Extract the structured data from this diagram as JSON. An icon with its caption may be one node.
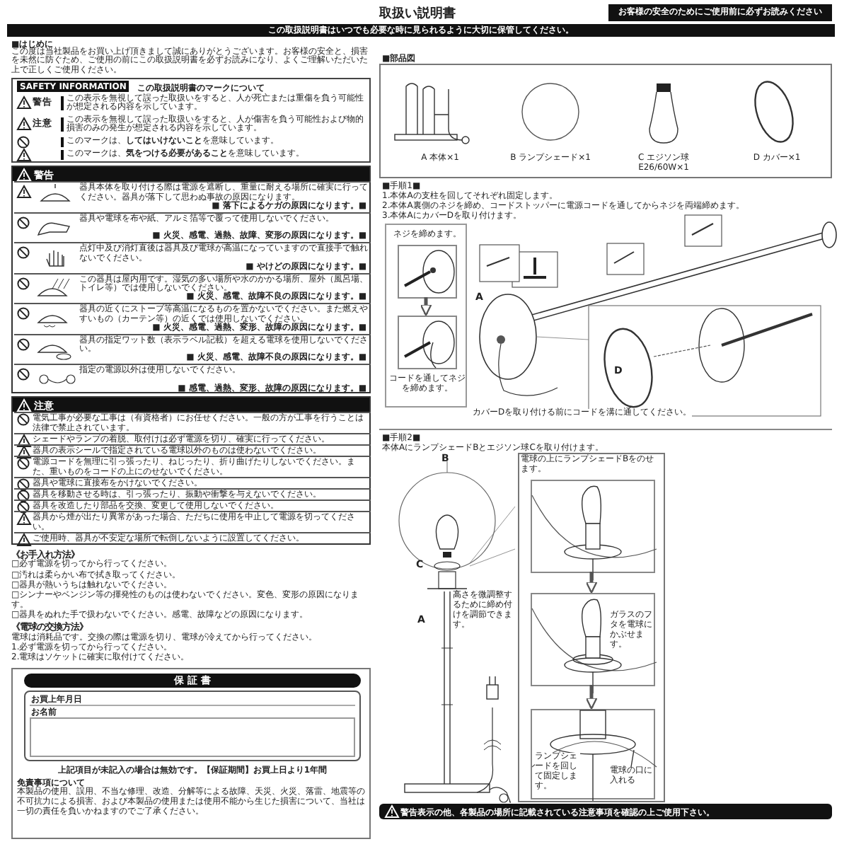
{
  "diagram": {
    "title": "取扱い説明書",
    "nodes": [
      {
        "text": [
          "SAFETY INFORMATION",
          "この取扱説明書のマークについて"
        ]
      },
      {
        "text": [
          "警告",
          "この表示を無視して誤った取扱いをすると、人が死亡または重傷を負う可能性が想定される内容を示しています。"
        ],
        "in": 0
      },
      {
        "text": [
          "注意",
          "この表示を無視して誤った取扱いをすると、人が傷害を負う可能性および物的損害のみの発生が想定される内容を示しています。"
        ],
        "in": 0
      },
      {
        "text": [
          "このマークは、**してはいけないこと**を意味しています。"
        ],
        "in": 0
      },
      {
        "text": [
          "このマークは、**気をつける必要があること**を意味しています。"
        ],
        "in": 0
      },
      {
        "text": [
          "警告"
        ]
      },
      {
        "text": [
          "器具本体を取り付ける際は電源を遮断し、重量に耐える場所に確実に行ってください。器具が落下して思わぬ事故の原因になります。",
          "■ 落下によるケガの原因になります。■"
        ],
        "in": 5
      },
      {
        "text": [
          "器具や電球を布や紙、アルミ箔等で覆って使用しないでください。",
          "■ 火災、感電、過熱、故障、変形の原因になります。■"
        ],
        "in": 5
      },
      {
        "text": [
          "点灯中及び消灯直後は器具及び電球が高温になっていますので直接手で触れないでください。",
          "■ やけどの原因になります。■"
        ],
        "in": 5
      },
      {
        "text": [
          "この器具は屋内用です。湿気の多い場所や水のかかる場所、屋外（風呂場、トイレ等）では使用しないでください。",
          "■ 火災、感電、故障不良の原因になります。■"
        ],
        "in": 5
      },
      {
        "text": [
          "器具の近くにストーブ等高温になるものを置かないでください。また燃えやすいもの（カーテン等）の近くでは使用しないでください。",
          "■ 火災、感電、過熱、変形、故障の原因になります。■"
        ],
        "in": 5
      },
      {
        "text": [
          "器具の指定ワット数（表示ラベル記載）を超える電球を使用しないでください。",
          "■ 火災、感電、故障不良の原因になります。■"
        ],
        "in": 5
      },
      {
        "text": [
          "指定の電源以外は使用しないでください。",
          "■ 感電、過熱、変形、故障の原因になります。■"
        ],
        "in": 5
      },
      {
        "text": [
          "注意"
        ]
      },
      {
        "text": [
          "電気工事が必要な工事は（有資格者）にお任せください。一般の方が工事を行うことは法律で禁止されています。"
        ],
        "in": 13
      },
      {
        "text": [
          "シェードやランプの着脱、取付けは必ず電源を切り、確実に行ってください。"
        ],
        "in": 13
      },
      {
        "text": [
          "器具の表示シールで指定されている電球以外のものは使わないでください。"
        ],
        "in": 13
      },
      {
        "text": [
          "電源コードを無理に引っ張ったり、ねじったり、折り曲げたりしないでください。また、重いものをコードの上にのせないでください。"
        ],
        "in": 13
      },
      {
        "text": [
          "器具や電球に直接布をかけないでください。"
        ],
        "in": 13
      },
      {
        "text": [
          "器具を移動させる時は、引っ張ったり、振動や衝撃を与えないでください。"
        ],
        "in": 13
      },
      {
        "text": [
          "器具を改造したり部品を交換、変更して使用しないでください。"
        ],
        "in": 13
      },
      {
        "text": [
          "器具から煙が出たり異常があった場合、ただちに使用を中止して電源を切ってください。"
        ],
        "in": 13
      },
      {
        "text": [
          "ご使用時、器具が不安定な場所で転倒しないように設置してください。"
        ],
        "in": 13
      },
      {
        "text": [
          "保 証 書",
          "お買上年月日",
          "お名前",
          "上記項目が未記入の場合は無効です。【保証期間】お買上日より1年間",
          "免責事項について",
          "本製品の使用、誤用、不当な修理、改造、分解等による故障、天災、火災、落雷、地震等の不可抗力による損害、および本製品の使用または使用不能から生じた損害について、当社は一切の責任を負いかねますのでご了承ください。"
        ]
      },
      {
        "text": [],
        "shape": "box"
      },
      {
        "text": [
          "A 本体×1"
        ],
        "in": 24
      },
      {
        "text": [
          "B ランプシェード×1"
        ],
        "in": 24
      },
      {
        "text": [
          "C エジソン球",
          "E26/60W×1"
        ],
        "in": 24
      },
      {
        "text": [
          "D カバー×1"
        ],
        "in": 24
      },
      {
        "text": [
          "ネジを締めます。",
          "コードを通してネジを締めます。"
        ]
      },
      {
        "text": [],
        "shape": "picture",
        "in": 29
      },
      {
        "text": [],
        "shape": "picture",
        "in": 29
      },
      {
        "text": [],
        "shape": "box"
      },
      {
        "text": [],
        "shape": "picture",
        "in": 32,
        "beside": [
          "電球の上にランプシェードBをのせます。"
        ]
      },
      {
        "text": [
          "ガラスのフタを電球にかぶせます。"
        ],
        "in": 32
      },
      {
        "text": [
          "ランプシェードを回して固定します。",
          "電球の口に入れる"
        ],
        "in": 32
      }
    ],
    "edges": [
      {
        "from": 30,
        "to": 31,
        "arrow": "to"
      },
      {
        "from": 33,
        "to": 34,
        "arrow": "to"
      },
      {
        "from": 34,
        "to": 35,
        "arrow": "to"
      }
    ],
    "labels": [
      "お客様の安全のためにご使用前に必ずお読みください",
      "この取扱説明書はいつでも必要な時に見られるように大切に保管してください。",
      "■はじめに",
      "この度は当社製品をお買い上げ頂きまして誠にありがとうございます。お客様の安全と、損害を未然に防ぐため、ご使用の前にこの取扱説明書を必ずお読みになり、よくご理解いただいた上で正しくご使用ください。",
      "■部品図",
      "■手順1■",
      "1.本体Aの支柱を回してそれぞれ固定します。",
      "2.本体A裏側のネジを締め、コードストッパーに電源コードを通してからネジを両端締めます。",
      "3.本体AにカバーDを取り付けます。",
      "A",
      "D",
      "カバーDを取り付ける前にコードを溝に通してください。",
      "■手順2■",
      "本体AにランプシェードBとエジソン球Cを取り付けます。",
      "B",
      "C",
      "A",
      "高さを微調整するために締め付けを調節できます。",
      "《お手入れ方法》",
      "□必ず電源を切ってから行ってください。",
      "□汚れは柔らかい布で拭き取ってください。",
      "□器具が熱いうちは触れないでください。",
      "□シンナーやベンジン等の揮発性のものは使わないでください。変色、変形の原因になります。",
      "□器具をぬれた手で扱わないでください。感電、故障などの原因になります。",
      "《電球の交換方法》",
      "電球は消耗品です。交換の際は電源を切り、電球が冷えてから行ってください。",
      "1.必ず電源を切ってから行ってください。",
      "2.電球はソケットに確実に取付けてください。",
      "警告表示の他、各製品の場所に記載されている注意事項を確認の上ご使用下さい。"
    ]
  }
}
